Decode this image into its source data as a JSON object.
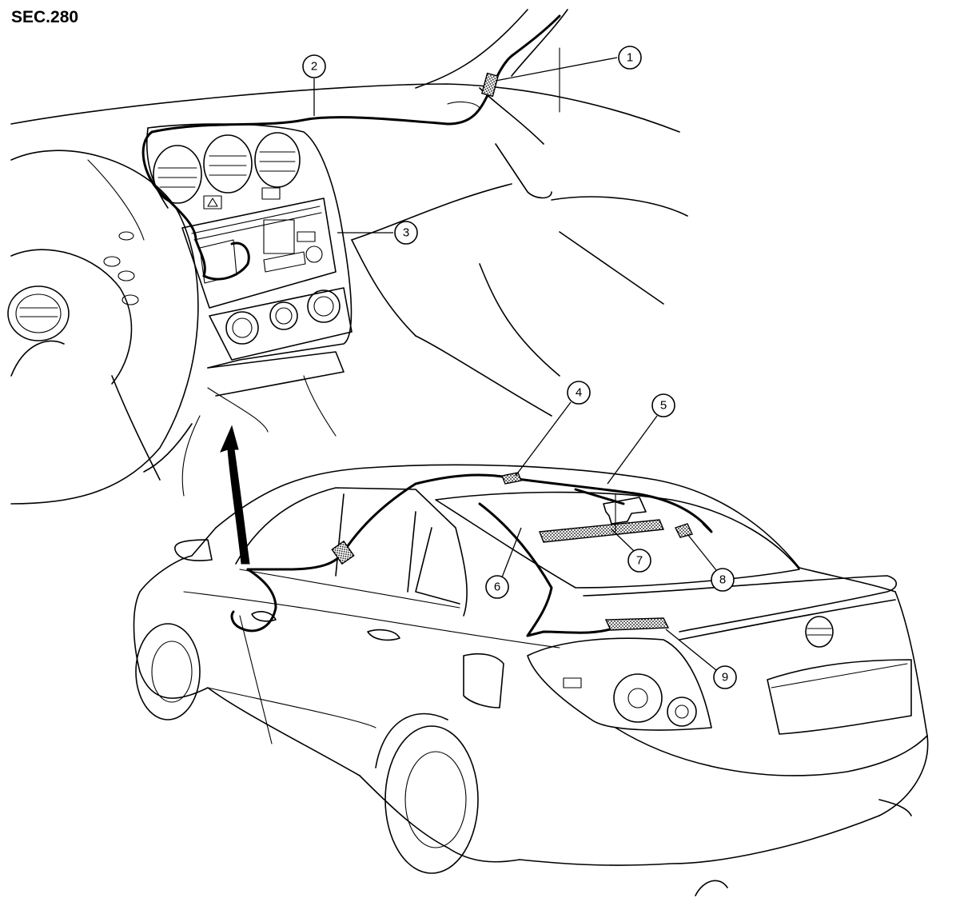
{
  "section_label": "SEC.280",
  "callouts": [
    "1",
    "2",
    "3",
    "4",
    "5",
    "6",
    "7",
    "8",
    "9"
  ]
}
